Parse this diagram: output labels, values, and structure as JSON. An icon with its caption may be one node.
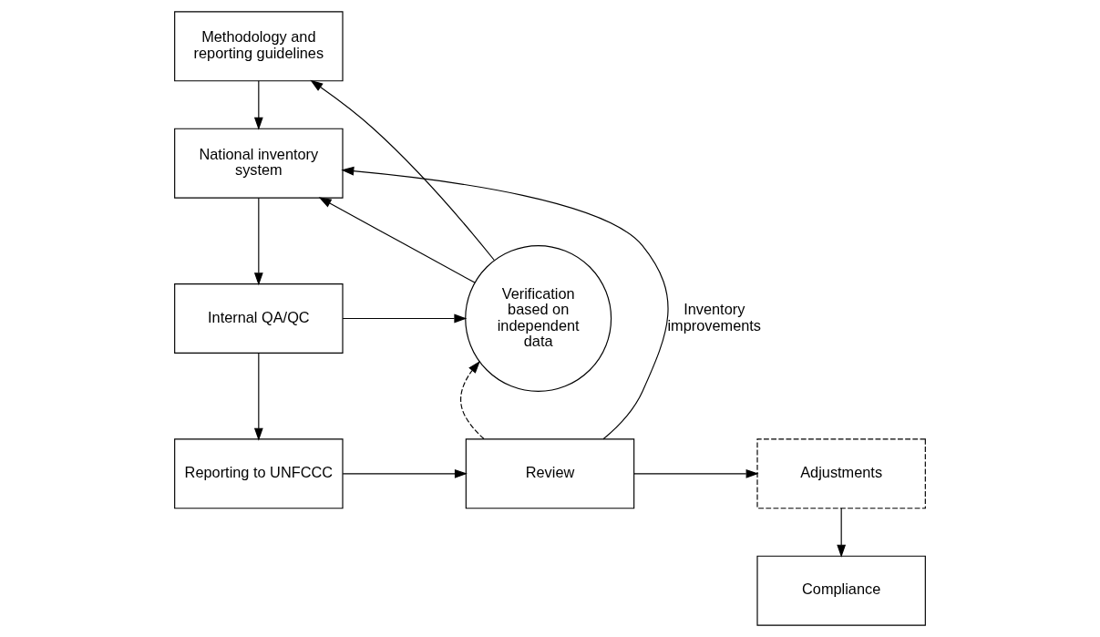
{
  "diagram": {
    "nodes": [
      {
        "text": [
          "Methodology and reporting guidelines"
        ]
      },
      {
        "text": [
          "National inventory system"
        ]
      },
      {
        "text": [
          "Internal QA/QC"
        ]
      },
      {
        "text": [
          "Reporting to UNFCCC"
        ]
      },
      {
        "text": [
          "Verification based on independent data"
        ]
      },
      {
        "text": [
          "Review"
        ]
      },
      {
        "text": [
          "Compliance"
        ]
      },
      {
        "text": [
          "Adjustments"
        ]
      }
    ],
    "edges": [
      {
        "from": 0,
        "to": 1,
        "arrow": "to"
      },
      {
        "from": 1,
        "to": 2,
        "arrow": "to"
      },
      {
        "from": 2,
        "to": 3,
        "arrow": "to"
      },
      {
        "from": 2,
        "to": 4,
        "arrow": "to"
      },
      {
        "from": 3,
        "to": 5,
        "arrow": "to"
      },
      {
        "from": 5,
        "to": 4,
        "arrow": "to",
        "style": "dashed"
      },
      {
        "from": 4,
        "to": 0,
        "arrow": "to"
      },
      {
        "from": 5,
        "to": 1,
        "arrow": "to",
        "label": "Inventory improvements"
      },
      {
        "from": 4,
        "to": 1,
        "arrow": "to"
      },
      {
        "from": 5,
        "to": 7,
        "arrow": "to"
      },
      {
        "from": 7,
        "to": 6,
        "arrow": "to"
      }
    ]
  }
}
